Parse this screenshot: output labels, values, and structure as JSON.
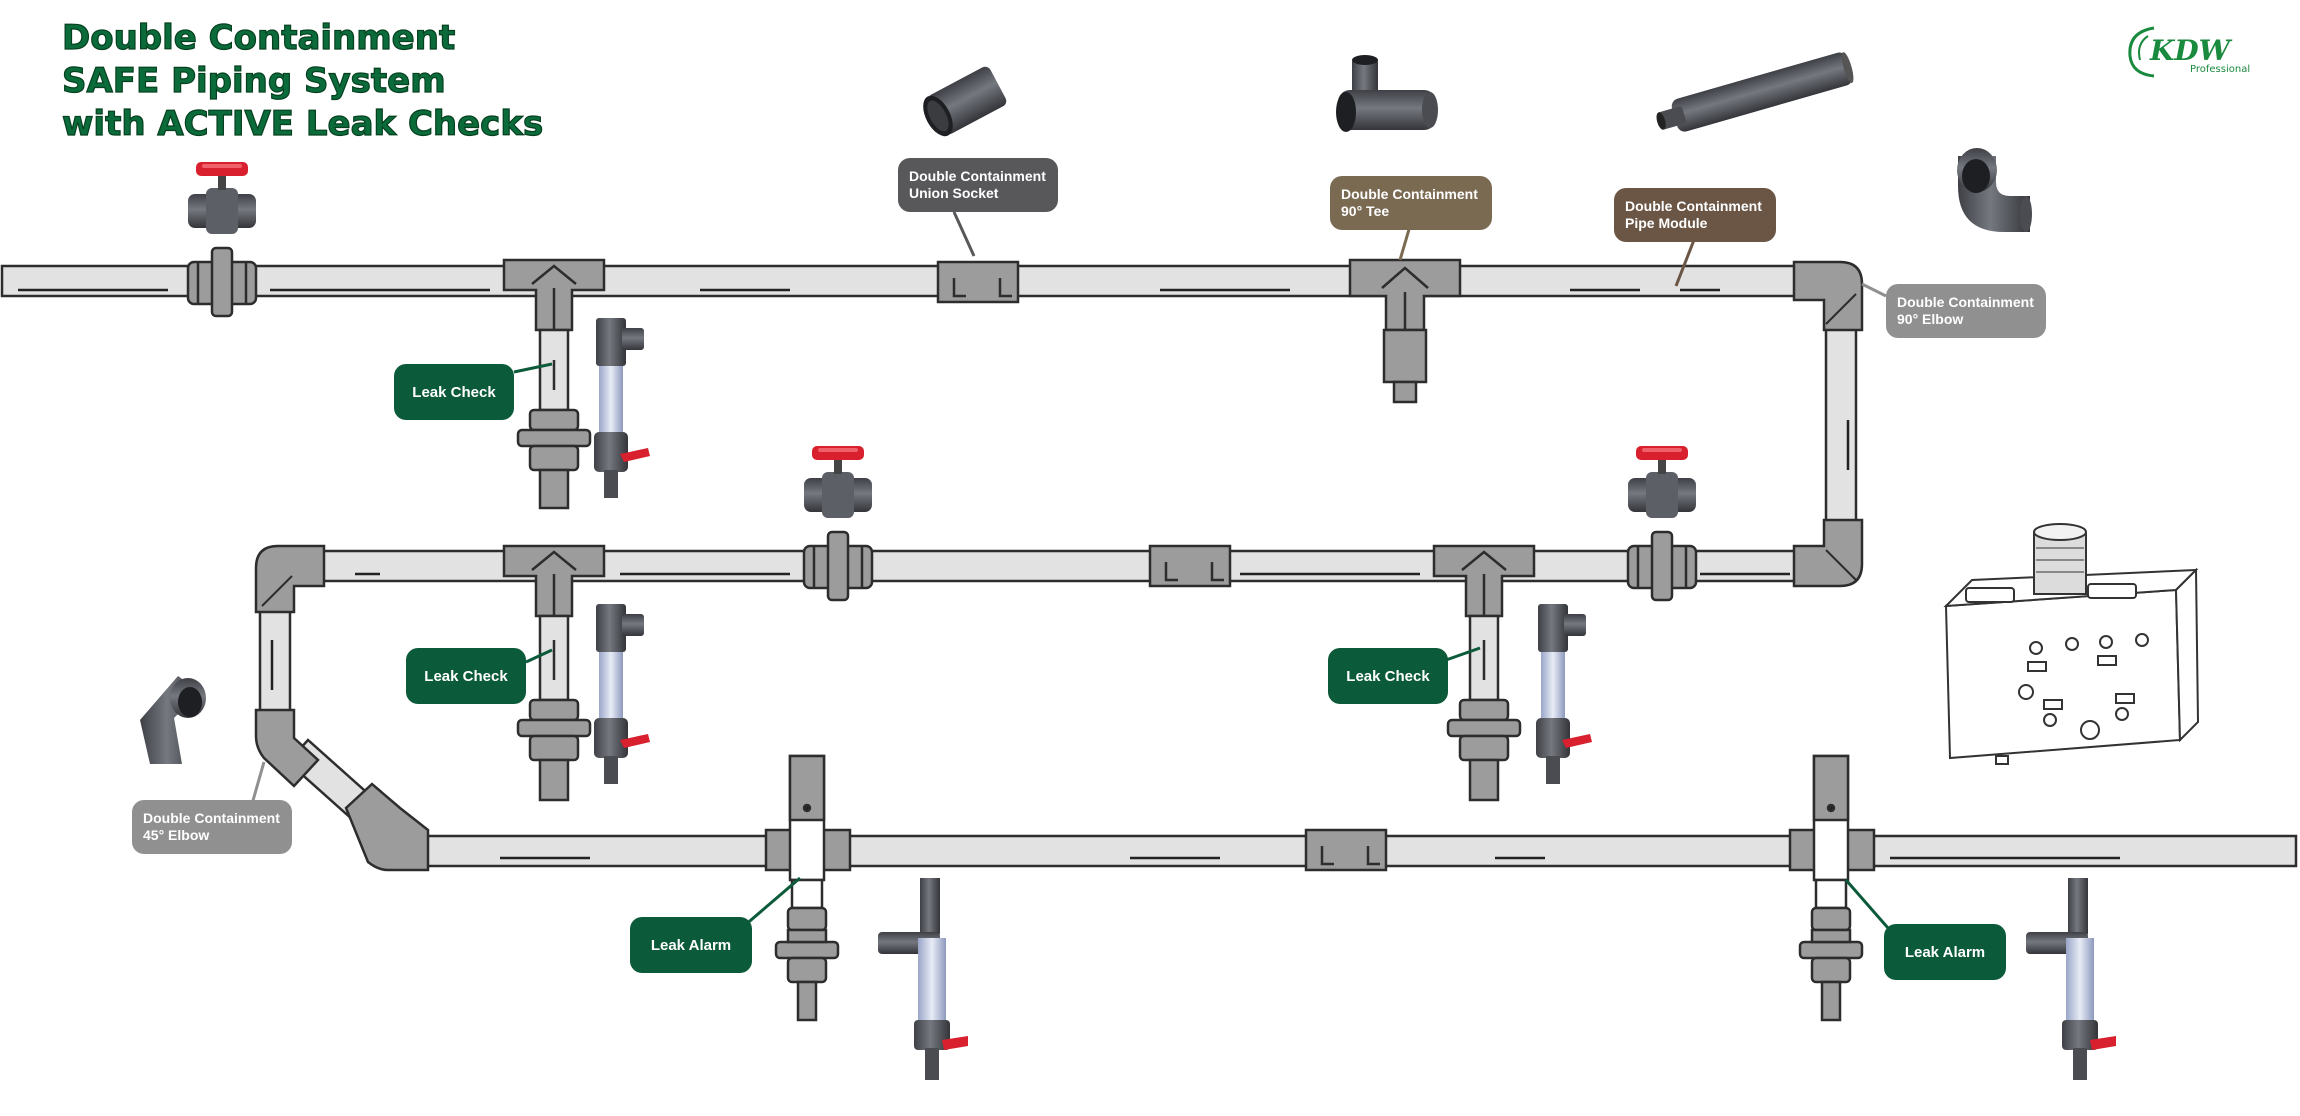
{
  "title": {
    "line1": "Double Containment",
    "line2": "SAFE Piping System",
    "line3": "with ACTIVE Leak Checks"
  },
  "logo": {
    "brand": "KDW",
    "sub": "Professional",
    "color": "#1a8a3e"
  },
  "colors": {
    "title_green": "#0b6b3a",
    "leak_green": "#0b5a3a",
    "pipe_fill": "#e2e2e2",
    "fitting_fill": "#9c9c9c",
    "valve_red": "#d8202e",
    "union_socket_callout": "#58585a",
    "tee_callout": "#7a6a52",
    "pipe_module_callout": "#6b5646",
    "elbow_callout": "#909090"
  },
  "callouts": {
    "union_socket": {
      "line1": "Double Containment",
      "line2": "Union Socket"
    },
    "tee": {
      "line1": "Double Containment",
      "line2": "90° Tee"
    },
    "pipe_module": {
      "line1": "Double Containment",
      "line2": "Pipe Module"
    },
    "elbow90": {
      "line1": "Double Containment",
      "line2": "90° Elbow"
    },
    "elbow45": {
      "line1": "Double Containment",
      "line2": "45° Elbow"
    },
    "leak_check_1": "Leak Check",
    "leak_check_2": "Leak Check",
    "leak_check_3": "Leak Check",
    "leak_alarm_1": "Leak Alarm",
    "leak_alarm_2": "Leak Alarm"
  },
  "icons": {
    "ball_valve": "ball-valve-icon",
    "sight_glass": "sight-glass-drain-icon",
    "control_box": "leak-alarm-control-box-icon",
    "socket_product": "union-socket-product-icon",
    "tee_product": "tee-product-icon",
    "pipe_product": "pipe-module-product-icon",
    "elbow90_product": "elbow-90-product-icon",
    "elbow45_product": "elbow-45-product-icon"
  }
}
